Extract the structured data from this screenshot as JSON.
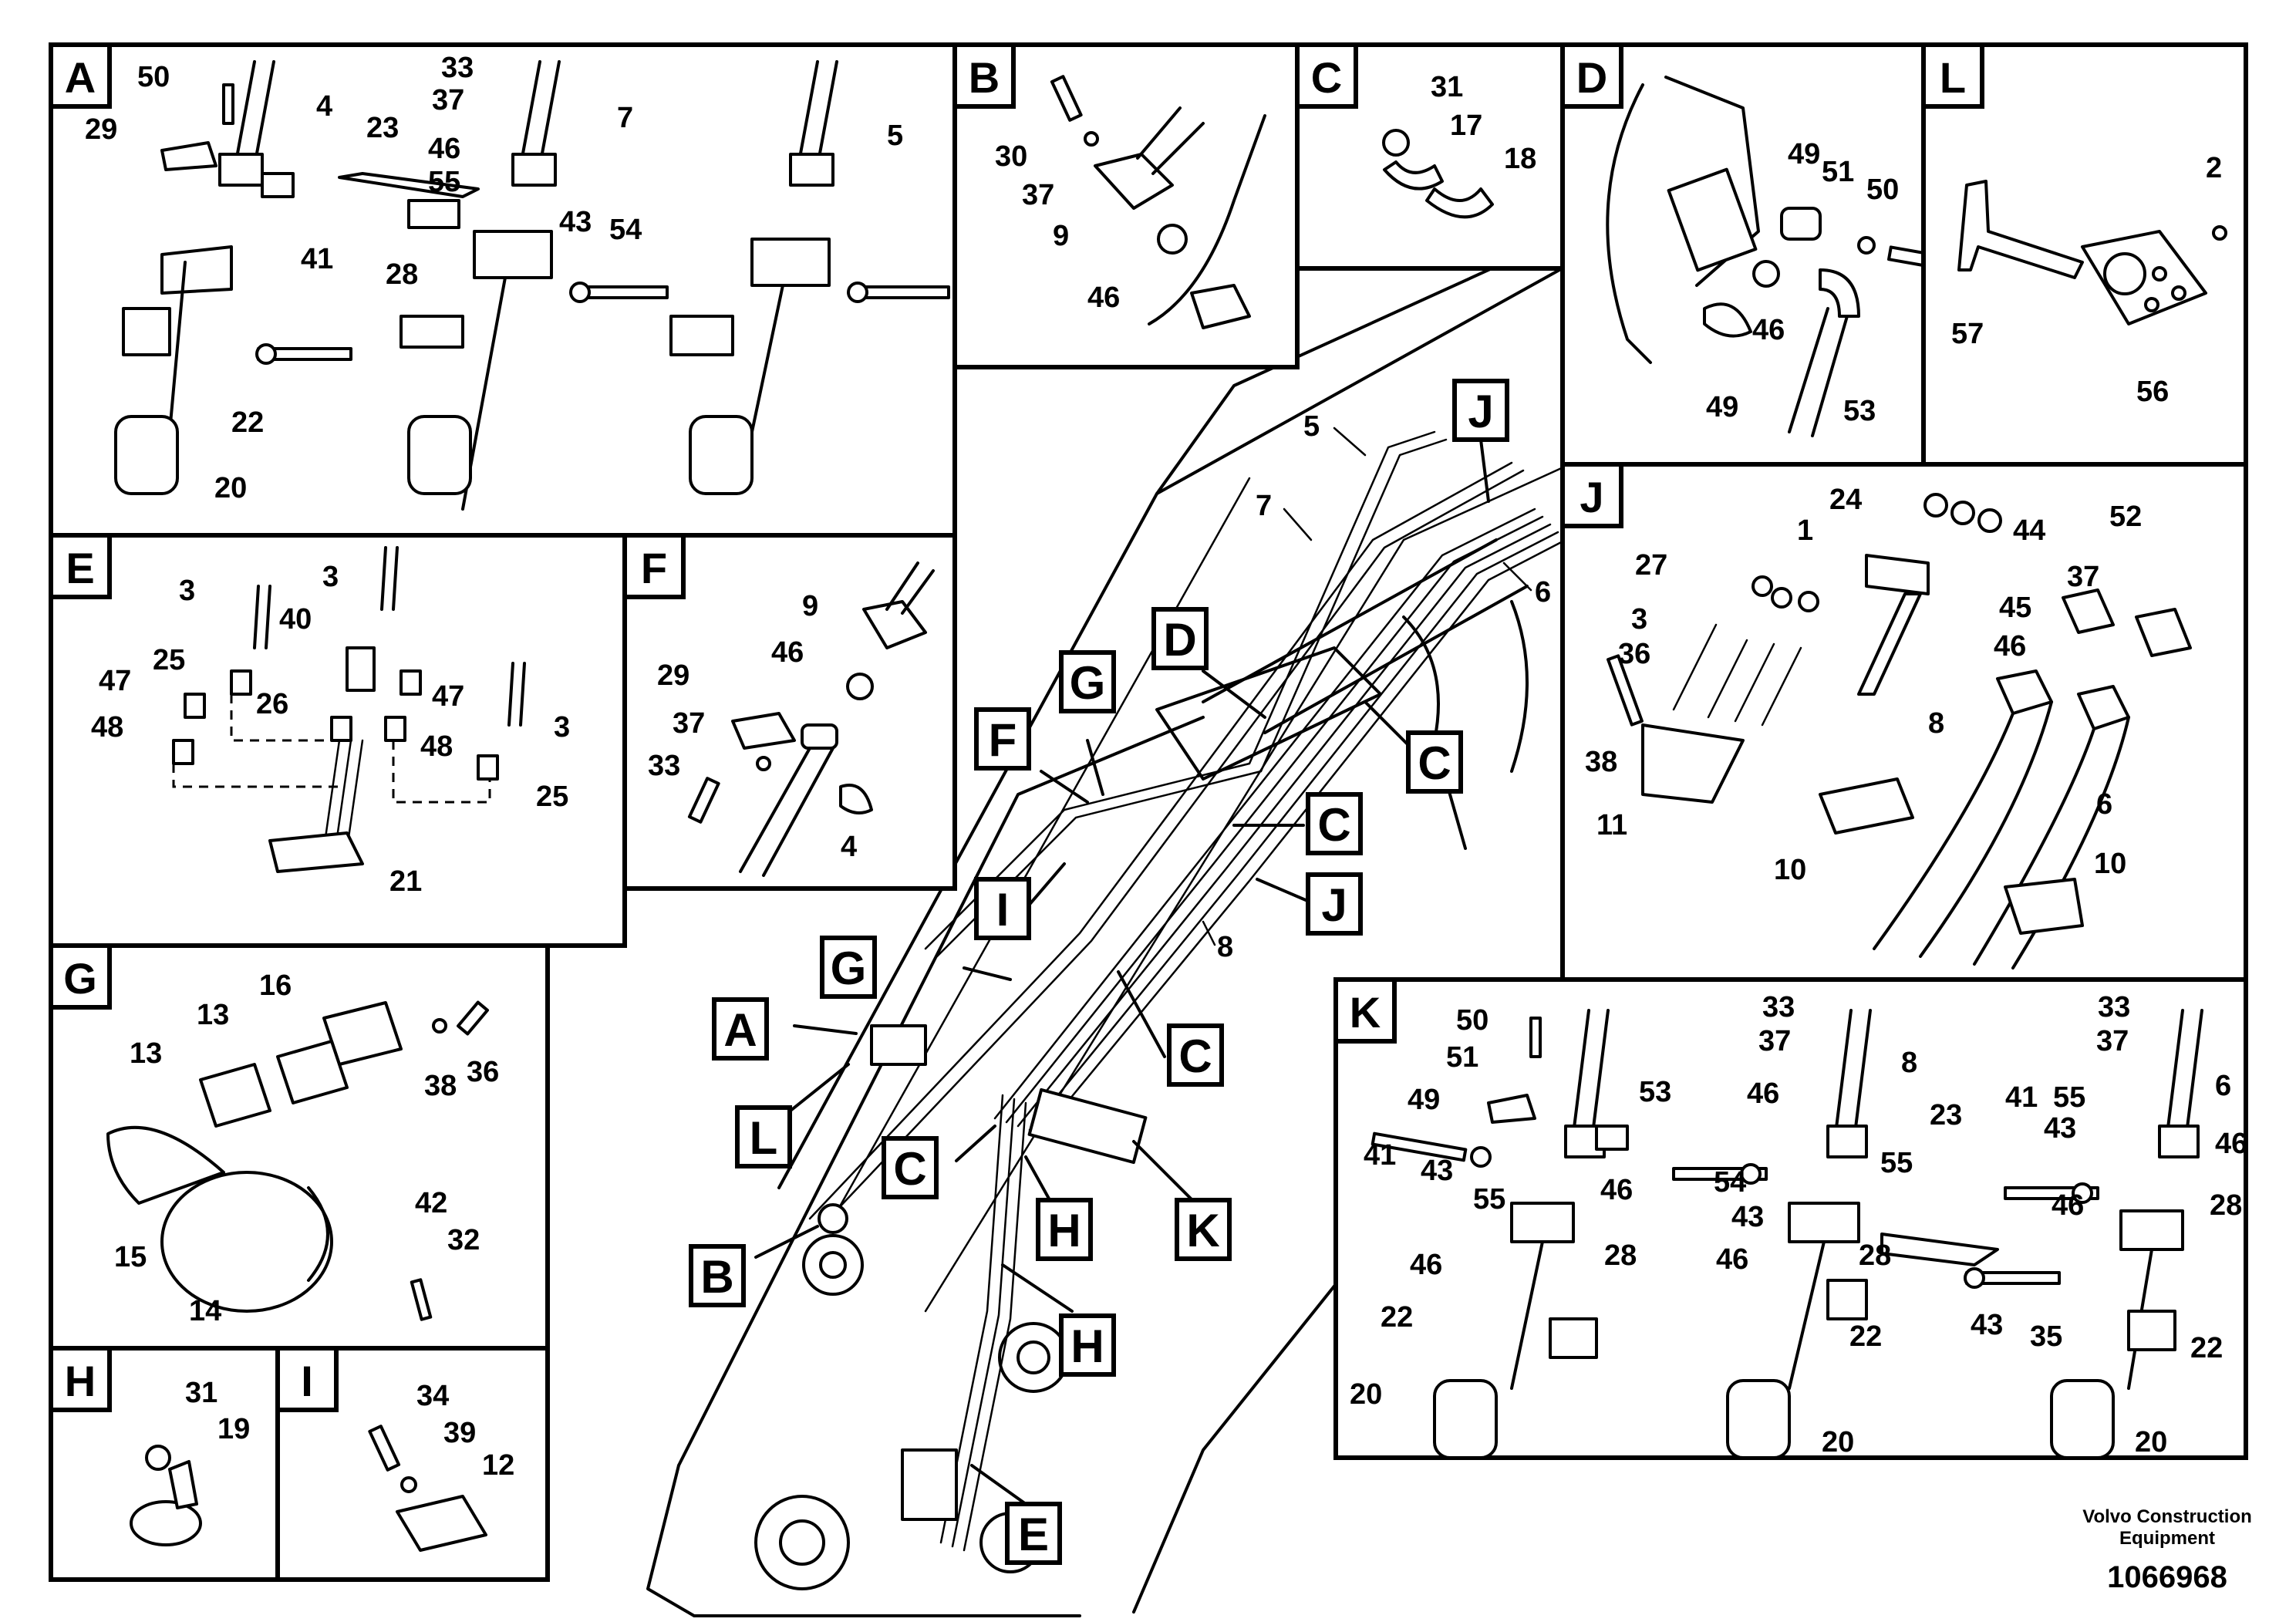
{
  "panels": [
    {
      "id": "A",
      "label": "A",
      "parts": [
        "50",
        "4",
        "29",
        "33",
        "37",
        "7",
        "23",
        "46",
        "55",
        "28",
        "43",
        "54",
        "41",
        "22",
        "20",
        "5"
      ]
    },
    {
      "id": "B",
      "label": "B",
      "parts": [
        "30",
        "37",
        "9",
        "46"
      ]
    },
    {
      "id": "C",
      "label": "C",
      "parts": [
        "31",
        "17",
        "18"
      ]
    },
    {
      "id": "D",
      "label": "D",
      "parts": [
        "49",
        "51",
        "50",
        "46",
        "53"
      ]
    },
    {
      "id": "L",
      "label": "L",
      "parts": [
        "2",
        "57",
        "56"
      ]
    },
    {
      "id": "E",
      "label": "E",
      "parts": [
        "3",
        "40",
        "25",
        "26",
        "47",
        "48",
        "21"
      ]
    },
    {
      "id": "F",
      "label": "F",
      "parts": [
        "9",
        "46",
        "29",
        "37",
        "33",
        "4"
      ]
    },
    {
      "id": "J",
      "label": "J",
      "parts": [
        "24",
        "1",
        "44",
        "52",
        "27",
        "3",
        "36",
        "37",
        "45",
        "46",
        "38",
        "8",
        "6",
        "11",
        "10"
      ]
    },
    {
      "id": "G",
      "label": "G",
      "parts": [
        "16",
        "13",
        "38",
        "36",
        "42",
        "32",
        "15",
        "14"
      ]
    },
    {
      "id": "K",
      "label": "K",
      "parts": [
        "50",
        "51",
        "49",
        "41",
        "43",
        "55",
        "53",
        "46",
        "28",
        "22",
        "20",
        "33",
        "37",
        "8",
        "23",
        "54",
        "6"
      ]
    },
    {
      "id": "H",
      "label": "H",
      "parts": [
        "31",
        "19"
      ]
    },
    {
      "id": "I",
      "label": "I",
      "parts": [
        "34",
        "39",
        "12"
      ]
    }
  ],
  "overview_callouts": [
    "J",
    "D",
    "G",
    "F",
    "C",
    "C",
    "I",
    "J",
    "G",
    "A",
    "C",
    "L",
    "C",
    "H",
    "K",
    "B",
    "H",
    "E"
  ],
  "overview_parts": [
    "5",
    "7",
    "6",
    "8"
  ],
  "footer": {
    "company_line1": "Volvo Construction",
    "company_line2": "Equipment",
    "drawing_number": "1066968"
  }
}
